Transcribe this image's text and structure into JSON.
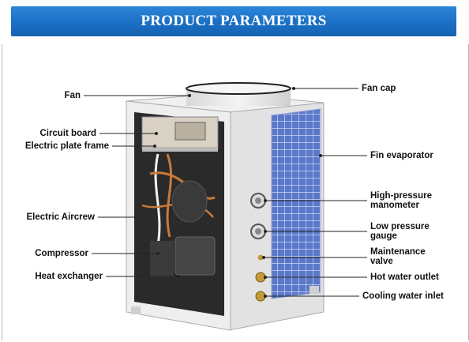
{
  "header": {
    "title": "PRODUCT PARAMETERS"
  },
  "labels": {
    "fan": "Fan",
    "circuit_board": "Circuit board",
    "electric_plate_frame": "Electric plate frame",
    "electric_aircrew": "Electric Aircrew",
    "compressor": "Compressor",
    "heat_exchanger": "Heat exchanger",
    "fan_cap": "Fan cap",
    "fin_evaporator": "Fin evaporator",
    "high_pressure_line1": "High-pressure",
    "high_pressure_line2": "manometer",
    "low_pressure_line1": "Low pressure",
    "low_pressure_line2": "gauge",
    "maintenance_line1": "Maintenance",
    "maintenance_line2": "valve",
    "hot_water_outlet": "Hot water outlet",
    "cooling_water_inlet": "Cooling water inlet"
  },
  "colors": {
    "banner": "#1a6fc4",
    "cabinet": "#ececec",
    "fin_grid": "#3a56a8",
    "copper": "#c97a3a"
  }
}
